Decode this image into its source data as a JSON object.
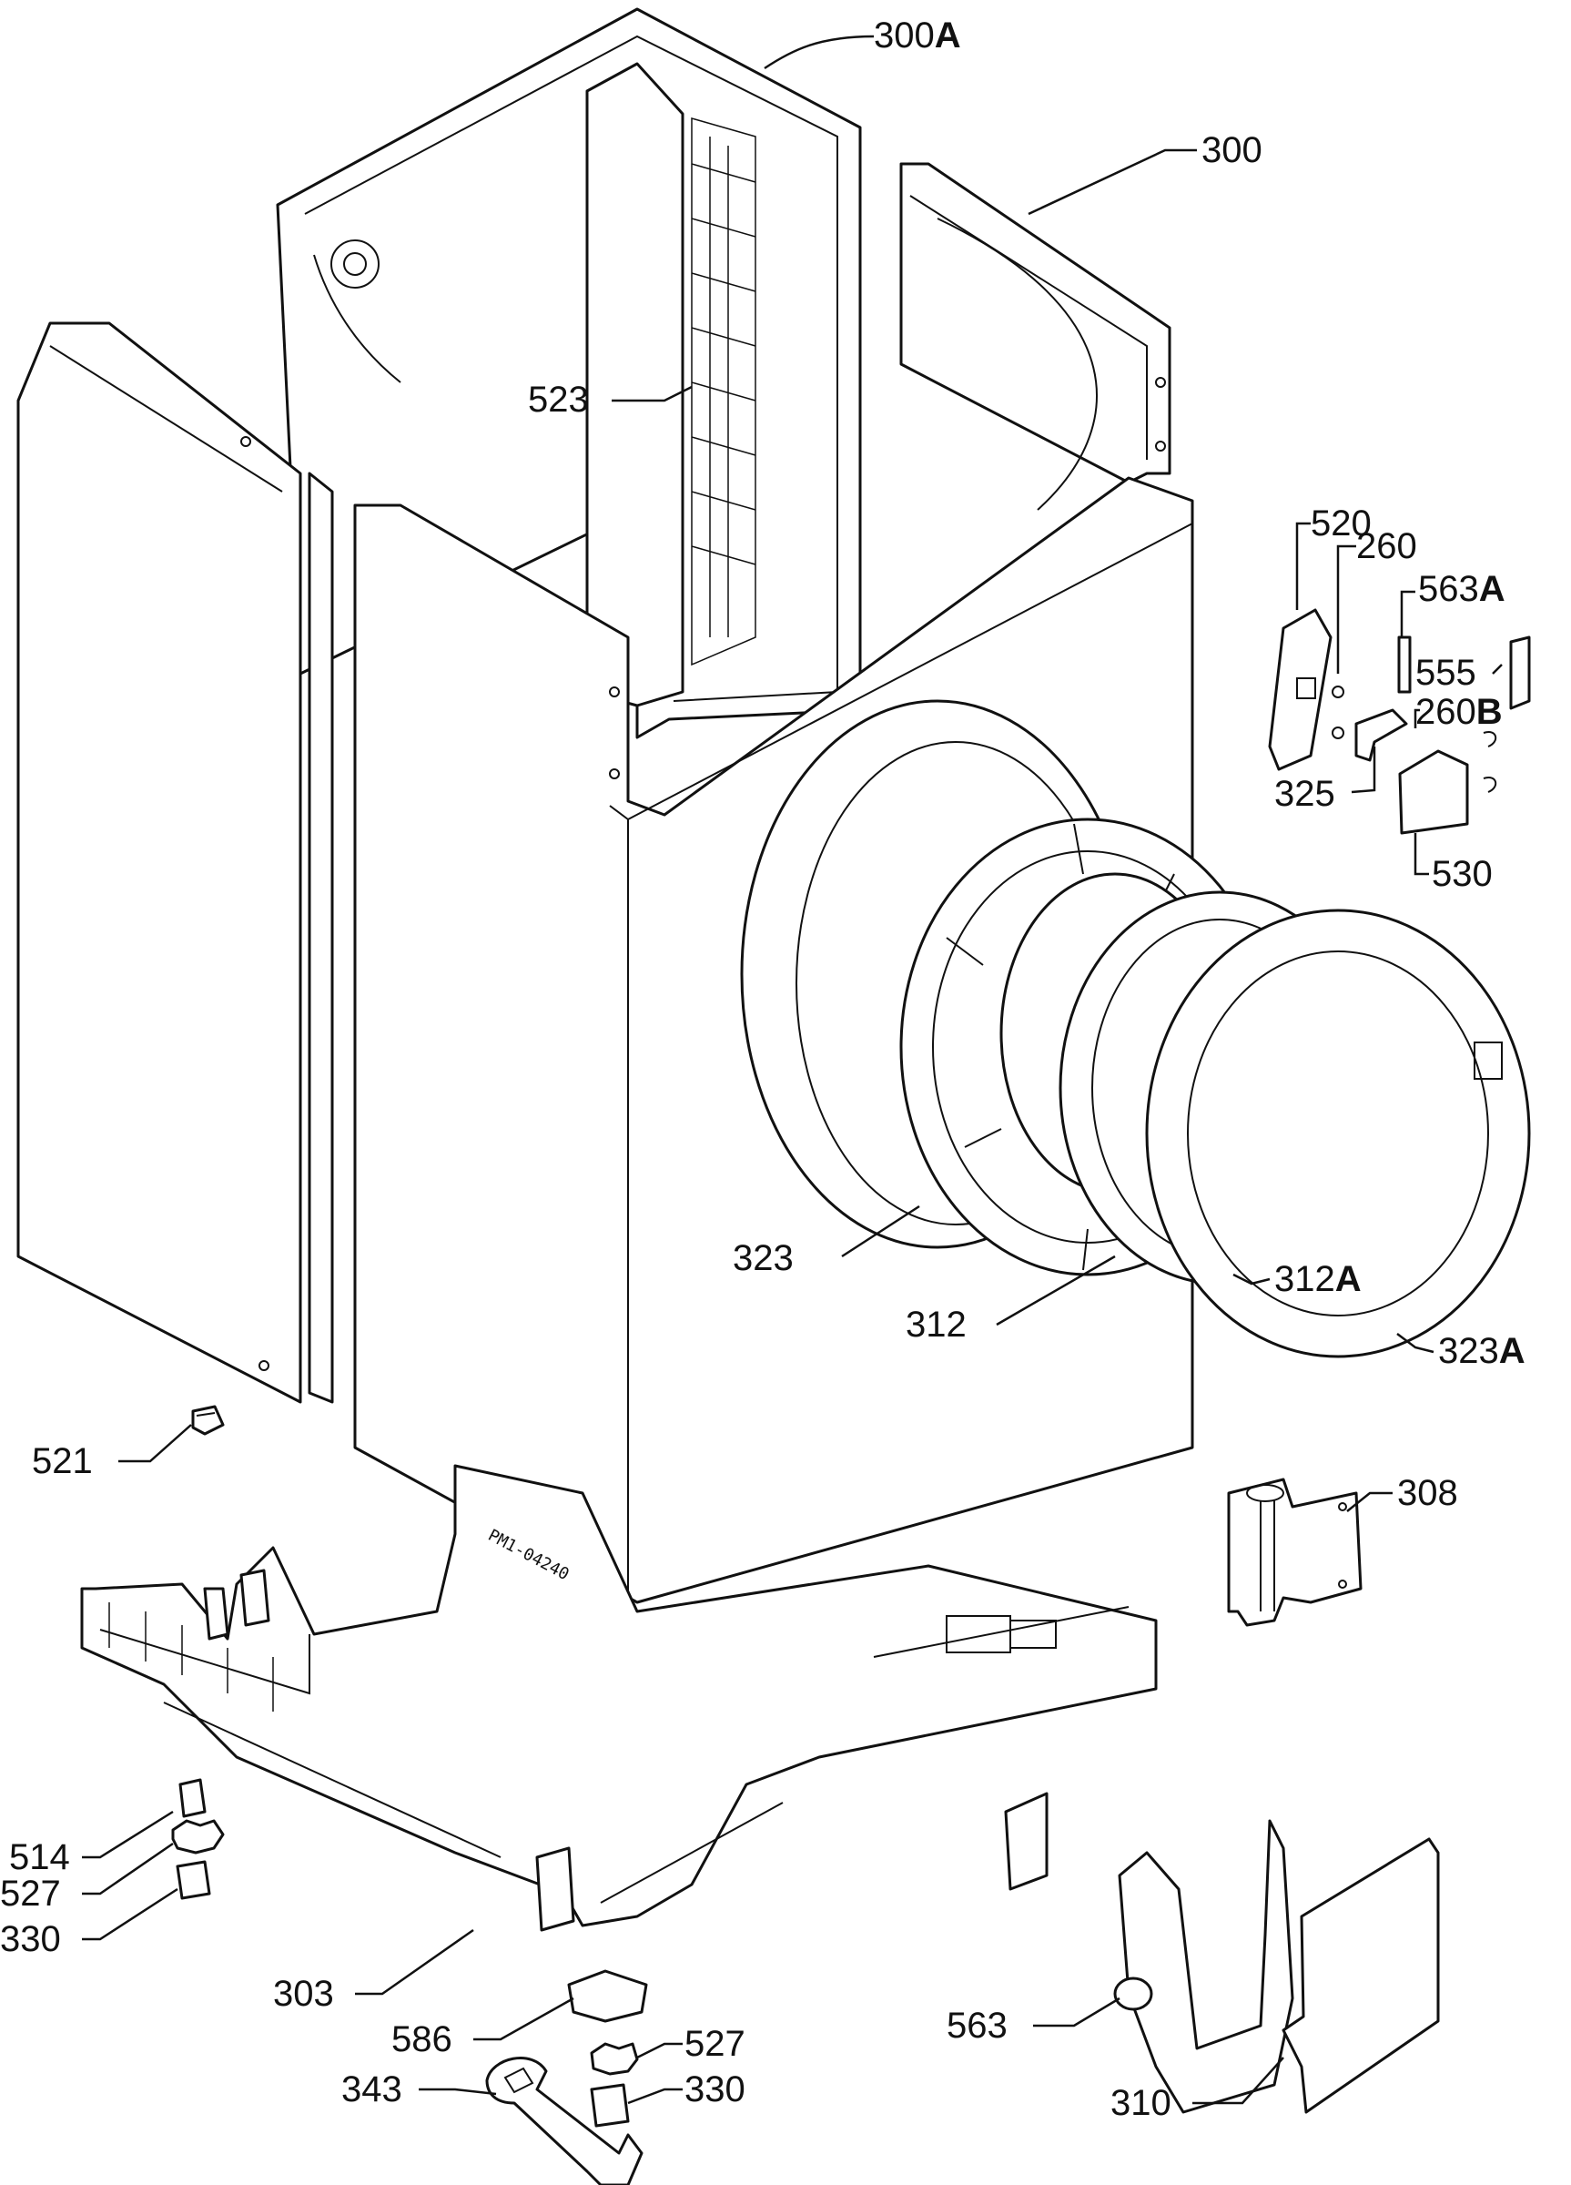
{
  "diagram": {
    "drawing_code": "PM1-04240",
    "callouts": [
      {
        "id": "300A",
        "label": "300",
        "suffix": "A"
      },
      {
        "id": "300",
        "label": "300",
        "suffix": ""
      },
      {
        "id": "523",
        "label": "523",
        "suffix": ""
      },
      {
        "id": "520",
        "label": "520",
        "suffix": ""
      },
      {
        "id": "260",
        "label": "260",
        "suffix": ""
      },
      {
        "id": "563A",
        "label": "563",
        "suffix": "A"
      },
      {
        "id": "555",
        "label": "555",
        "suffix": ""
      },
      {
        "id": "260B",
        "label": "260",
        "suffix": "B"
      },
      {
        "id": "325",
        "label": "325",
        "suffix": ""
      },
      {
        "id": "530",
        "label": "530",
        "suffix": ""
      },
      {
        "id": "323",
        "label": "323",
        "suffix": ""
      },
      {
        "id": "312A",
        "label": "312",
        "suffix": "A"
      },
      {
        "id": "312",
        "label": "312",
        "suffix": ""
      },
      {
        "id": "323A",
        "label": "323",
        "suffix": "A"
      },
      {
        "id": "521",
        "label": "521",
        "suffix": ""
      },
      {
        "id": "308",
        "label": "308",
        "suffix": ""
      },
      {
        "id": "514",
        "label": "514",
        "suffix": ""
      },
      {
        "id": "527-left",
        "label": "527",
        "suffix": ""
      },
      {
        "id": "330-left",
        "label": "330",
        "suffix": ""
      },
      {
        "id": "303",
        "label": "303",
        "suffix": ""
      },
      {
        "id": "586",
        "label": "586",
        "suffix": ""
      },
      {
        "id": "527-right",
        "label": "527",
        "suffix": ""
      },
      {
        "id": "343",
        "label": "343",
        "suffix": ""
      },
      {
        "id": "330-right",
        "label": "330",
        "suffix": ""
      },
      {
        "id": "563",
        "label": "563",
        "suffix": ""
      },
      {
        "id": "310",
        "label": "310",
        "suffix": ""
      }
    ]
  }
}
